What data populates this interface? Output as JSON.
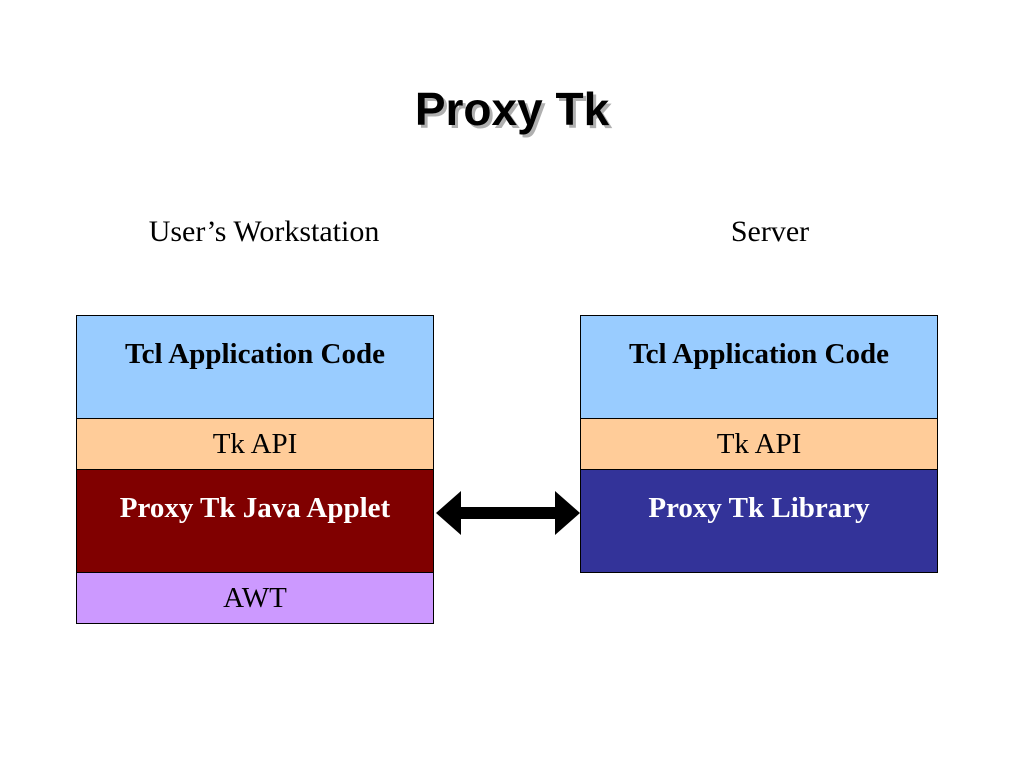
{
  "title": "Proxy Tk",
  "columns": {
    "left": {
      "label": "User’s Workstation",
      "layers": [
        "Tcl Application Code",
        "Tk API",
        "Proxy Tk Java Applet",
        "AWT"
      ]
    },
    "right": {
      "label": "Server",
      "layers": [
        "Tcl Application Code",
        "Tk API",
        "Proxy Tk Library"
      ]
    }
  },
  "colors": {
    "app_code": "#99ccff",
    "tk_api": "#ffcc99",
    "java_applet": "#800000",
    "library": "#333399",
    "awt": "#cc99ff"
  },
  "connector": "double-headed-arrow"
}
